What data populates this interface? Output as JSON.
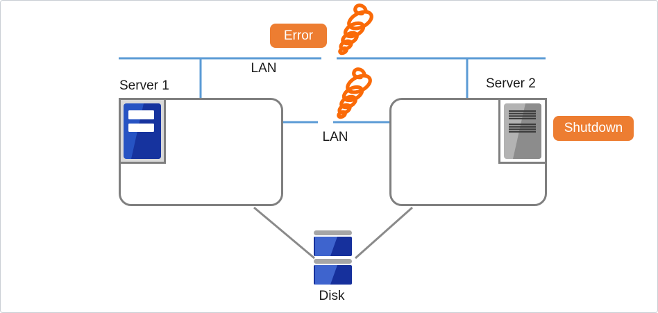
{
  "labels": {
    "lan_top": "LAN",
    "lan_mid": "LAN",
    "server1": "Server 1",
    "server2": "Server 2",
    "disk": "Disk"
  },
  "badges": {
    "error": "Error",
    "shutdown": "Shutdown"
  },
  "icons": {
    "squiggle_top": "broken-connection-coil-icon",
    "squiggle_mid": "broken-connection-coil-icon",
    "server1": "server-tower-blue-icon",
    "server2": "server-tower-gray-shutdown-icon",
    "disk": "stacked-disk-icon"
  },
  "colors": {
    "lan_blue": "#5B9BD5",
    "box_gray": "#7F7F7F",
    "line_gray": "#8A8A8A",
    "badge_orange": "#ED7D31",
    "squiggle_orange": "#FA6A08",
    "server_blue": "#2653C3",
    "server_blue_dark": "#16339E",
    "server_gray": "#B3B3B3",
    "server_gray_dark": "#8C8C8C",
    "vent_dark": "#3C3C3C",
    "disk_blue": "#16309C",
    "disk_blue_light": "#3E64CE",
    "cap_gray": "#A6A6A6",
    "frame_fill": "#D9D9D9",
    "text_black": "#1A1A1A",
    "border_gray": "#C9CED4"
  }
}
